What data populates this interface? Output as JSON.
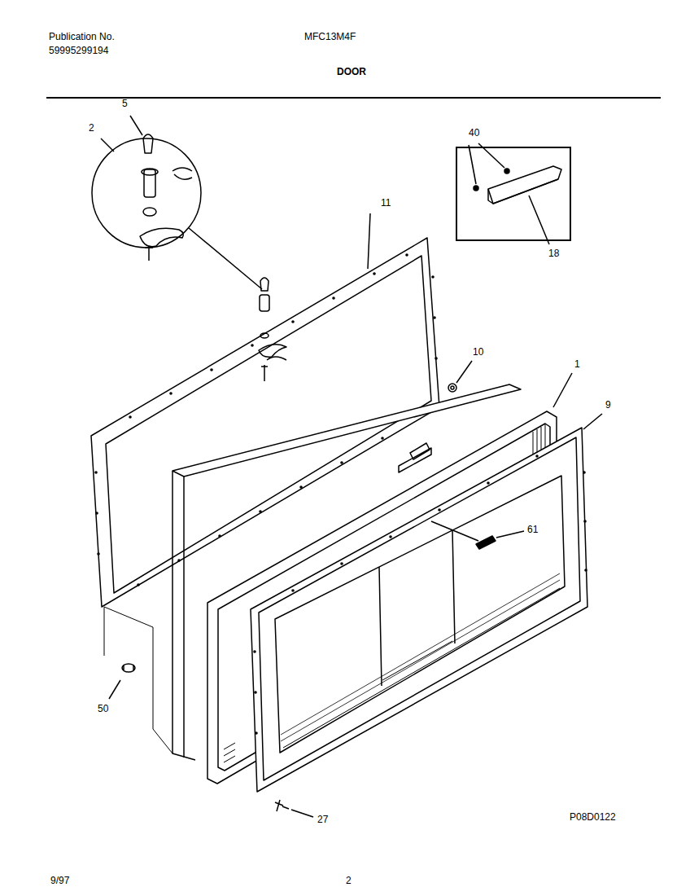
{
  "diagram": {
    "title": "DOOR",
    "nodes": [
      {
        "text": [
          "40",
          "18"
        ]
      }
    ],
    "labels": [
      "Publication No.",
      "59995299194",
      "MFC13M4F",
      "5",
      "2",
      "11",
      "10",
      "1",
      "9",
      "61",
      "50",
      "27",
      "P08D0122",
      "9/97",
      "2"
    ]
  }
}
